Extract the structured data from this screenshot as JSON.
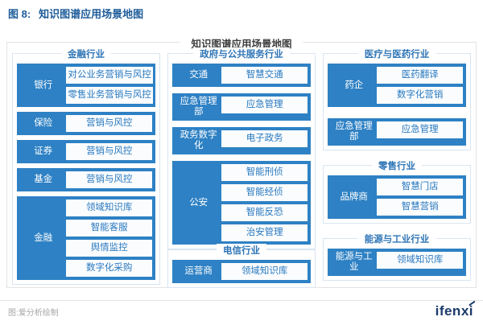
{
  "figure": {
    "label": "图 8:",
    "title": "知识图谱应用场景地图"
  },
  "panel": {
    "title": "知识图谱应用场景地图"
  },
  "columns": [
    {
      "sections": [
        {
          "title": "金融行业",
          "groups": [
            {
              "label": "银行",
              "items": [
                "对公业务营销与风控",
                "零售业务营销与风控"
              ]
            },
            {
              "label": "保险",
              "items": [
                "营销与风控"
              ]
            },
            {
              "label": "证券",
              "items": [
                "营销与风控"
              ]
            },
            {
              "label": "基金",
              "items": [
                "营销与风控"
              ]
            },
            {
              "label": "金融",
              "items": [
                "领域知识库",
                "智能客服",
                "舆情监控",
                "数字化采购"
              ]
            }
          ]
        }
      ]
    },
    {
      "sections": [
        {
          "title": "政府与公共服务行业",
          "groups": [
            {
              "label": "交通",
              "items": [
                "智慧交通"
              ]
            },
            {
              "label": "应急管理部",
              "items": [
                "应急管理"
              ]
            },
            {
              "label": "政务数字化",
              "items": [
                "电子政务"
              ]
            },
            {
              "label": "公安",
              "items": [
                "智能刑侦",
                "智能经侦",
                "智能反恐",
                "治安管理"
              ]
            }
          ]
        },
        {
          "title": "电信行业",
          "groups": [
            {
              "label": "运营商",
              "items": [
                "领域知识库"
              ]
            }
          ]
        }
      ]
    },
    {
      "sections": [
        {
          "title": "医疗与医药行业",
          "groups": [
            {
              "label": "药企",
              "items": [
                "医药翻译",
                "数字化营销"
              ]
            },
            {
              "label": "应急管理部",
              "items": [
                "应急管理"
              ]
            }
          ]
        },
        {
          "title": "零售行业",
          "groups": [
            {
              "label": "品牌商",
              "items": [
                "智慧门店",
                "智慧营销"
              ]
            }
          ]
        },
        {
          "title": "能源与工业行业",
          "groups": [
            {
              "label": "能源与工业",
              "items": [
                "领域知识库"
              ]
            }
          ]
        }
      ]
    }
  ],
  "footer": {
    "caption": "图:爱分析绘制",
    "logo": "ifenxi"
  },
  "colors": {
    "group_blue": "#2E81C4",
    "section_title_blue": "#2E75B6",
    "item_text_blue": "#2878BE",
    "figure_title_blue": "#1E5C9A",
    "logo_navy": "#1B3A6B",
    "section_border": "#D9E4F1",
    "panel_border": "#E3E3E3",
    "caption_gray": "#A6A6A6"
  }
}
